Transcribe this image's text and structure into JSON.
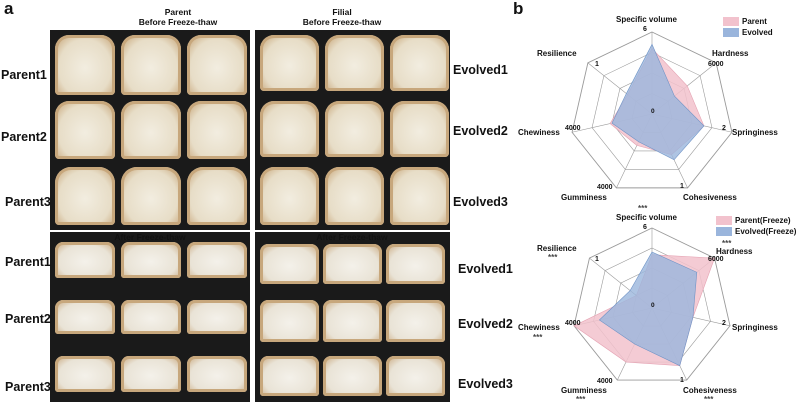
{
  "panel_a": {
    "letter": "a",
    "top_left": {
      "title_line1": "Parent",
      "title_line2": "Before Freeze-thaw",
      "rows": [
        "Parent1",
        "Parent2",
        "Parent3"
      ]
    },
    "top_right": {
      "title_line1": "Filial",
      "title_line2": "Before Freeze-thaw",
      "rows": [
        "Evolved1",
        "Evolved2",
        "Evolved3"
      ]
    },
    "bottom_left": {
      "title": "After Freeze-thaw",
      "rows": [
        "Parent1",
        "Parent2",
        "Parent3"
      ]
    },
    "bottom_right": {
      "title": "After Freeze-thaw",
      "rows": [
        "Evolved1",
        "Evolved2",
        "Evolved3"
      ]
    }
  },
  "panel_b": {
    "letter": "b",
    "charts": [
      {
        "axes": [
          {
            "name": "Specific volume",
            "tick": "6",
            "sig": ""
          },
          {
            "name": "Hardness",
            "tick": "6000",
            "sig": ""
          },
          {
            "name": "Springiness",
            "tick": "2",
            "sig": ""
          },
          {
            "name": "Cohesiveness",
            "tick": "1",
            "sig": ""
          },
          {
            "name": "Gumminess",
            "tick": "4000",
            "sig": ""
          },
          {
            "name": "Chewiness",
            "tick": "4000",
            "sig": ""
          },
          {
            "name": "Resilience",
            "tick": "1",
            "sig": ""
          }
        ],
        "center": "0",
        "legend": [
          {
            "label": "Parent",
            "color": "#f2c2cd"
          },
          {
            "label": "Evolved",
            "color": "#9ab5dc"
          }
        ]
      },
      {
        "axes": [
          {
            "name": "Specific volume",
            "tick": "6",
            "sig": "***"
          },
          {
            "name": "Hardness",
            "tick": "6000",
            "sig": "***"
          },
          {
            "name": "Springiness",
            "tick": "2",
            "sig": ""
          },
          {
            "name": "Cohesiveness",
            "tick": "1",
            "sig": "***"
          },
          {
            "name": "Gumminess",
            "tick": "4000",
            "sig": "***"
          },
          {
            "name": "Chewiness",
            "tick": "4000",
            "sig": "***"
          },
          {
            "name": "Resilience",
            "tick": "1",
            "sig": "***"
          }
        ],
        "center": "0",
        "legend": [
          {
            "label": "Parent(Freeze)",
            "color": "#f2c2cd"
          },
          {
            "label": "Evolved(Freeze)",
            "color": "#9ab5dc"
          }
        ]
      }
    ]
  },
  "chart_data": [
    {
      "type": "radar",
      "axes": [
        "Specific volume",
        "Hardness",
        "Springiness",
        "Cohesiveness",
        "Gumminess",
        "Chewiness",
        "Resilience"
      ],
      "axis_max": [
        6,
        6000,
        2,
        1,
        4000,
        4000,
        1
      ],
      "series": [
        {
          "name": "Parent",
          "values": [
            4.8,
            3300,
            1.3,
            0.55,
            1700,
            2100,
            0.38
          ]
        },
        {
          "name": "Evolved",
          "values": [
            5.1,
            2100,
            1.3,
            0.62,
            1500,
            2000,
            0.4
          ]
        }
      ]
    },
    {
      "type": "radar",
      "axes": [
        "Specific volume",
        "Hardness",
        "Springiness",
        "Cohesiveness",
        "Gumminess",
        "Chewiness",
        "Resilience"
      ],
      "axis_max": [
        6,
        6000,
        2,
        1,
        4000,
        4000,
        1
      ],
      "series": [
        {
          "name": "Parent(Freeze)",
          "values": [
            4.0,
            6000,
            1.05,
            0.8,
            3000,
            4000,
            0.25
          ]
        },
        {
          "name": "Evolved(Freeze)",
          "values": [
            4.2,
            4300,
            1.05,
            0.8,
            2000,
            2700,
            0.35
          ]
        }
      ]
    }
  ]
}
